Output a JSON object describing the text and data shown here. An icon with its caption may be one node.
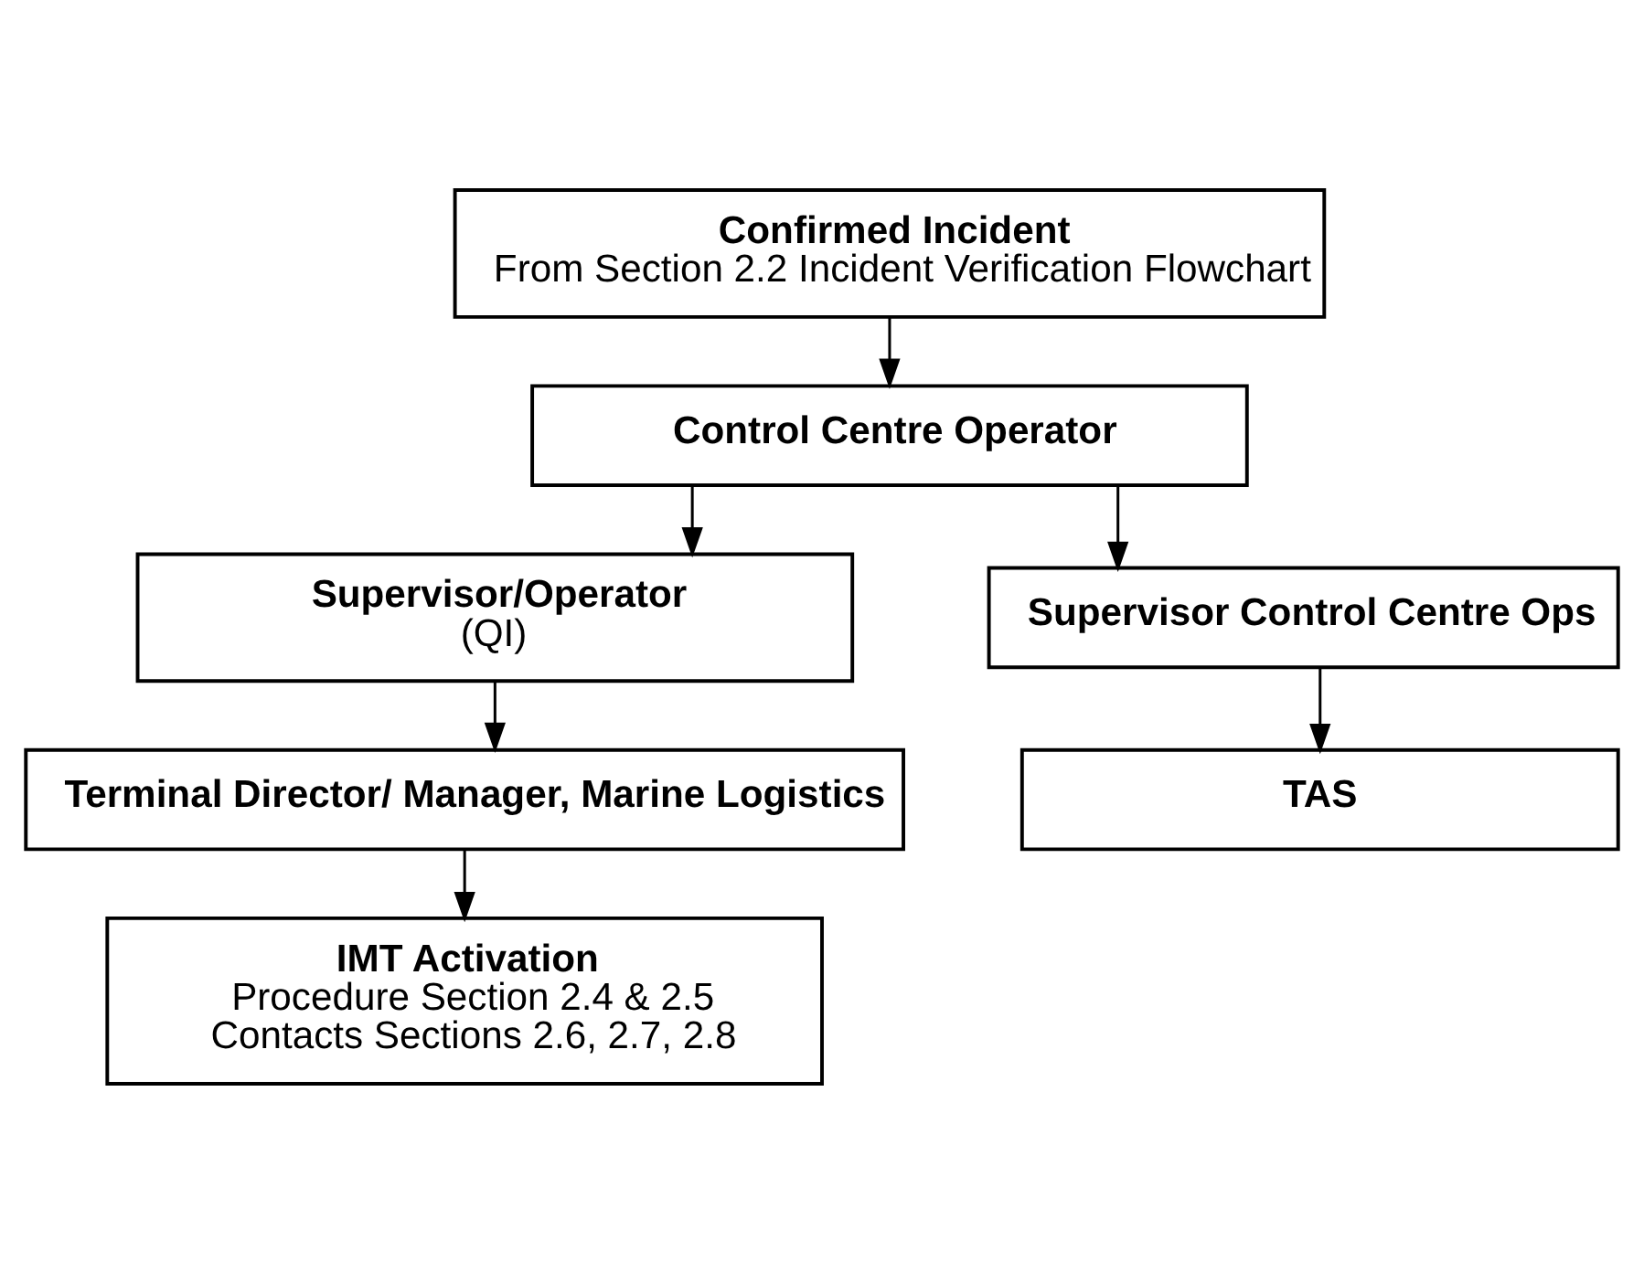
{
  "diagram": {
    "nodes": [
      {
        "text": [
          "Confirmed Incident",
          "From Section 2.2 Incident Verification Flowchart"
        ]
      },
      {
        "text": [
          "Control Centre Operator"
        ]
      },
      {
        "text": [
          "Supervisor/Operator",
          "(QI)"
        ]
      },
      {
        "text": [
          "Supervisor Control Centre Ops"
        ]
      },
      {
        "text": [
          "Terminal Director/ Manager, Marine Logistics"
        ]
      },
      {
        "text": [
          "TAS"
        ]
      },
      {
        "text": [
          "IMT Activation",
          "Procedure Section 2.4 & 2.5",
          "Contacts Sections 2.6, 2.7, 2.8"
        ]
      }
    ],
    "edges": [
      {
        "from": 0,
        "to": 1,
        "arrow": "to"
      },
      {
        "from": 1,
        "to": 2,
        "arrow": "to"
      },
      {
        "from": 1,
        "to": 3,
        "arrow": "to"
      },
      {
        "from": 2,
        "to": 4,
        "arrow": "to"
      },
      {
        "from": 3,
        "to": 5,
        "arrow": "to"
      },
      {
        "from": 4,
        "to": 6,
        "arrow": "to"
      }
    ]
  }
}
